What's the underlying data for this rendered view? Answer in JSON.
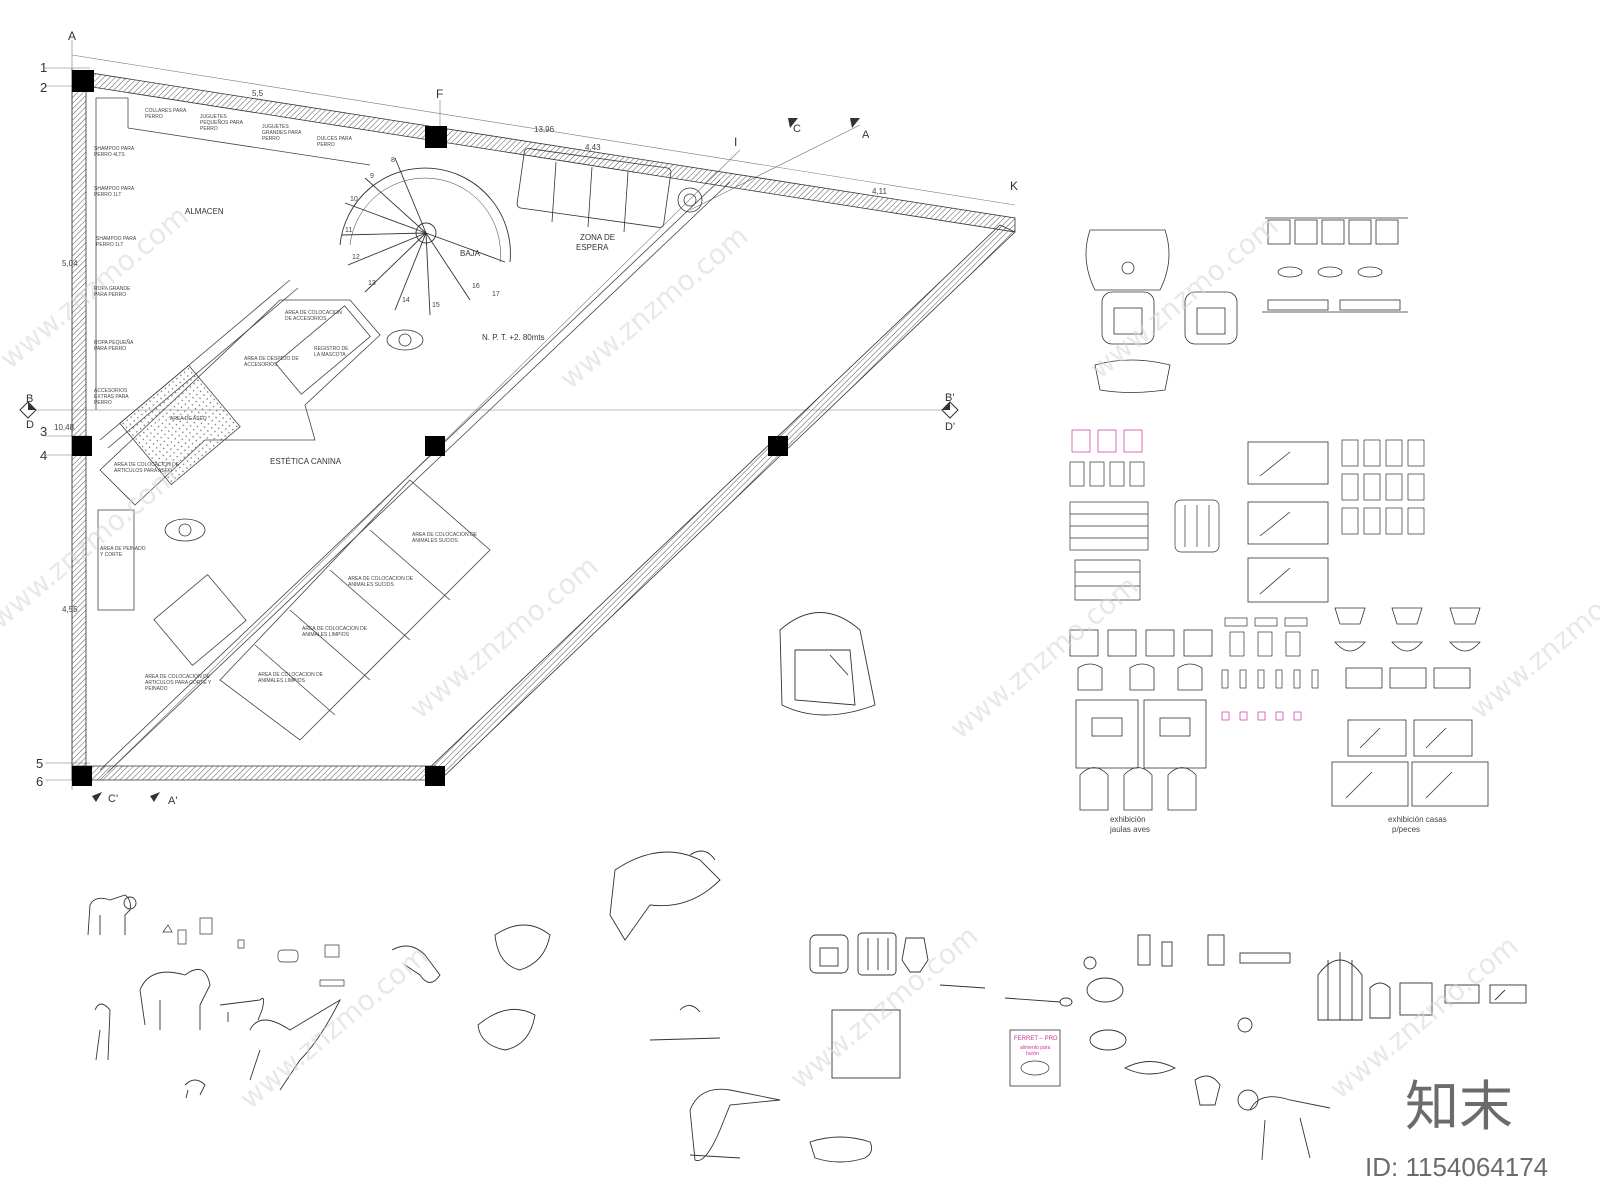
{
  "grid": {
    "rows": [
      "1",
      "2",
      "3",
      "4",
      "5",
      "6"
    ],
    "cols": [
      "A",
      "F",
      "I",
      "K"
    ],
    "section_marks": {
      "b": "B",
      "b2": "B'",
      "d": "D",
      "d2": "D'",
      "c": "C",
      "c2": "C'",
      "a": "A",
      "a2": "A'"
    }
  },
  "dims": {
    "top_a": "5,5",
    "top_b": "13,96",
    "top_c": "4,43",
    "top_d": "4,11",
    "left_a": "5,04",
    "left_b": "10,48",
    "left_c": "4,55"
  },
  "rooms": {
    "almacen": "ALMACEN",
    "baja": "BAJA",
    "zona1": "ZONA DE",
    "zona2": "ESPERA",
    "estetica": "ESTÉTICA CANINA",
    "npt": "N. P. T.  +2. 80mts"
  },
  "stairs": [
    "8",
    "9",
    "10",
    "11",
    "12",
    "13",
    "14",
    "15",
    "16",
    "17"
  ],
  "shelf_labels": {
    "collares": [
      "COLLARES PARA",
      "PERRO"
    ],
    "juguetes_p": [
      "JUGUETES",
      "PEQUEÑOS PARA",
      "PERRO"
    ],
    "juguetes_g": [
      "JUGUETES",
      "GRANDES PARA",
      "PERRO"
    ],
    "dulces": [
      "DULCES PARA",
      "PERRO"
    ],
    "sh4": [
      "SHAMPOO PARA",
      "PERRO 4LTS"
    ],
    "sh1": [
      "SHAMPOO PARA",
      "PERRO 1LT"
    ],
    "sh1b": [
      "SHAMPOO PARA",
      "PERRO 1LT"
    ],
    "ropa_g": [
      "ROPA GRANDE",
      "PARA PERRO"
    ],
    "ropa_p": [
      "ROPA PEQUEÑA",
      "PARA PERRO"
    ],
    "acces": [
      "ACCESORIOS",
      "EXTRAS PARA",
      "PERRO"
    ]
  },
  "areas": {
    "acc": [
      "AREA DE COLOCACION",
      "DE ACCESORIOS"
    ],
    "desp": [
      "AREA DE DESPEJO DE",
      "ACCESORIOS"
    ],
    "reg": [
      "REGISTRO DE",
      "LA MASCOTA"
    ],
    "aseo": [
      "AREA DE ASEO"
    ],
    "col_aseo": [
      "AREA DE COLOCACION DE",
      "ARTICULOS PARA ASEO"
    ],
    "peinado": [
      "AREA DE PEINADO",
      "Y CORTE"
    ],
    "col_corte": [
      "AREA DE COLOCACION DE",
      "ARTICULOS PARA CORTE Y",
      "PEINADO"
    ],
    "anim1": [
      "AREA DE COLOCACION DE",
      "ANIMALES SUCIOS"
    ],
    "anim2": [
      "AREA DE COLOCACION DE",
      "ANIMALES SUCIOS"
    ],
    "anim3": [
      "AREA DE COLOCACION DE",
      "ANIMALES LIMPIOS"
    ],
    "anim4": [
      "AREA DE COLOCACION DE",
      "ANIMALES LIMPIOS"
    ]
  },
  "captions": {
    "aves": [
      "exhibición",
      "jaulas aves"
    ],
    "peces": [
      "exhibición casas",
      "p/peces"
    ],
    "ferret": [
      "FERRET – PRO",
      "alimento para",
      "hurón"
    ]
  },
  "watermark": {
    "text": "www.znzmo.com",
    "brand": "知末",
    "id": "ID: 1154064174"
  },
  "colors": {
    "line": "#333333",
    "pink": "#cc3399",
    "watermark": "#d6d6d6"
  }
}
